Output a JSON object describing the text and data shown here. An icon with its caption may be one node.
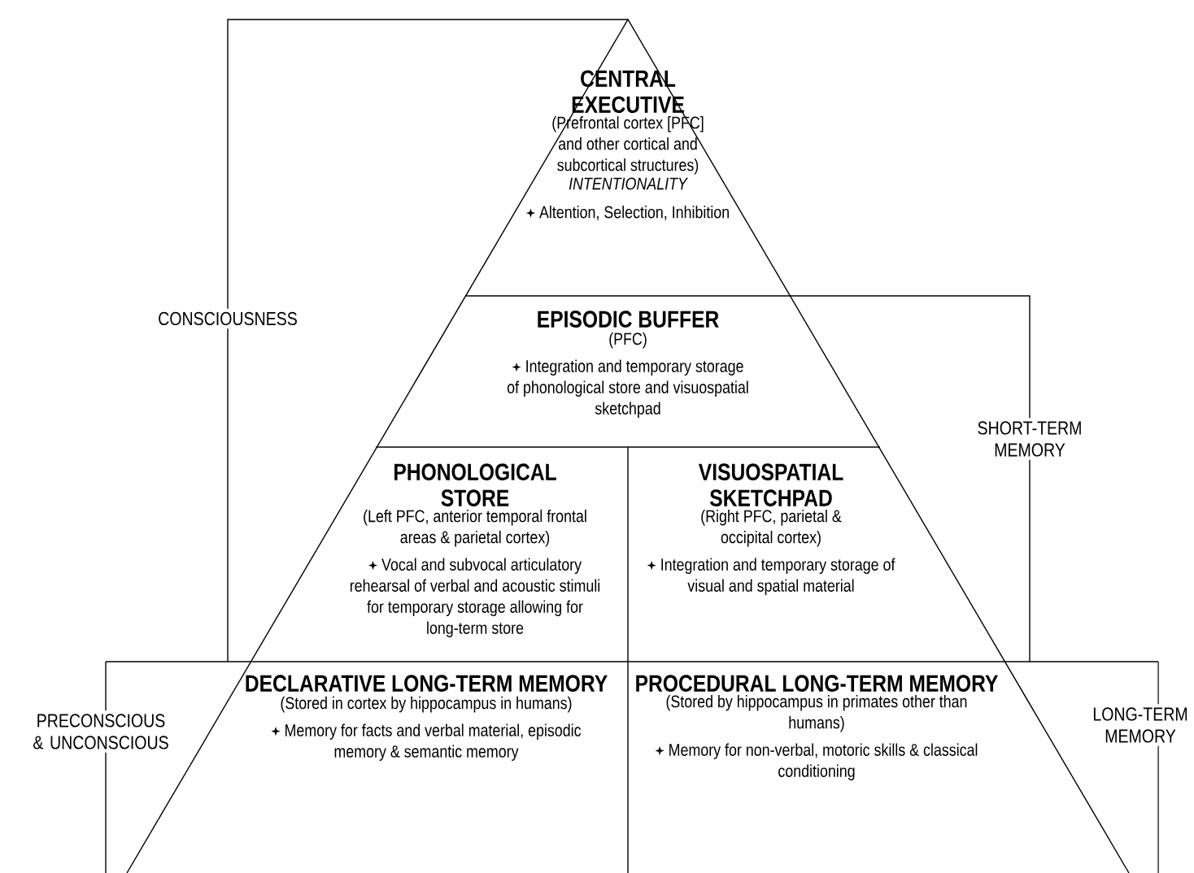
{
  "diagram": {
    "nodes": [
      {
        "text": [
          "CENTRAL EXECUTIVE",
          "(Prefrontal cortex [PFC] and other cortical and subcortical structures)",
          "INTENTIONALITY",
          "Altention, Selection, Inhibition"
        ]
      },
      {
        "text": [
          "EPISODIC BUFFER",
          "(PFC)",
          "Integration and temporary storage of phonological store and visuospatial sketchpad"
        ]
      },
      {
        "text": [
          "PHONOLOGICAL STORE",
          "(Left PFC, anterior temporal frontal areas & parietal cortex)",
          "Vocal and subvocal articulatory rehearsal of verbal and acoustic stimuli for temporary storage allowing for long-term store"
        ]
      },
      {
        "text": [
          "VISUOSPATIAL SKETCHPAD",
          "(Right PFC, parietal & occipital cortex)",
          "Integration and temporary storage of visual and spatial material"
        ]
      },
      {
        "text": [
          "DECLARATIVE LONG-TERM MEMORY",
          "(Stored in cortex by hippocampus in humans)",
          "Memory for facts and verbal material, episodic memory & semantic memory"
        ]
      },
      {
        "text": [
          "PROCEDURAL LONG-TERM MEMORY",
          "(Stored by hippocampus in primates other than humans)",
          "Memory for non-verbal, motoric skills & classical conditioning"
        ]
      }
    ],
    "labels": [
      "CONSCIOUSNESS",
      "SHORT-TERM MEMORY",
      "PRECONSCIOUS & UNCONSCIOUS",
      "LONG-TERM MEMORY"
    ]
  }
}
